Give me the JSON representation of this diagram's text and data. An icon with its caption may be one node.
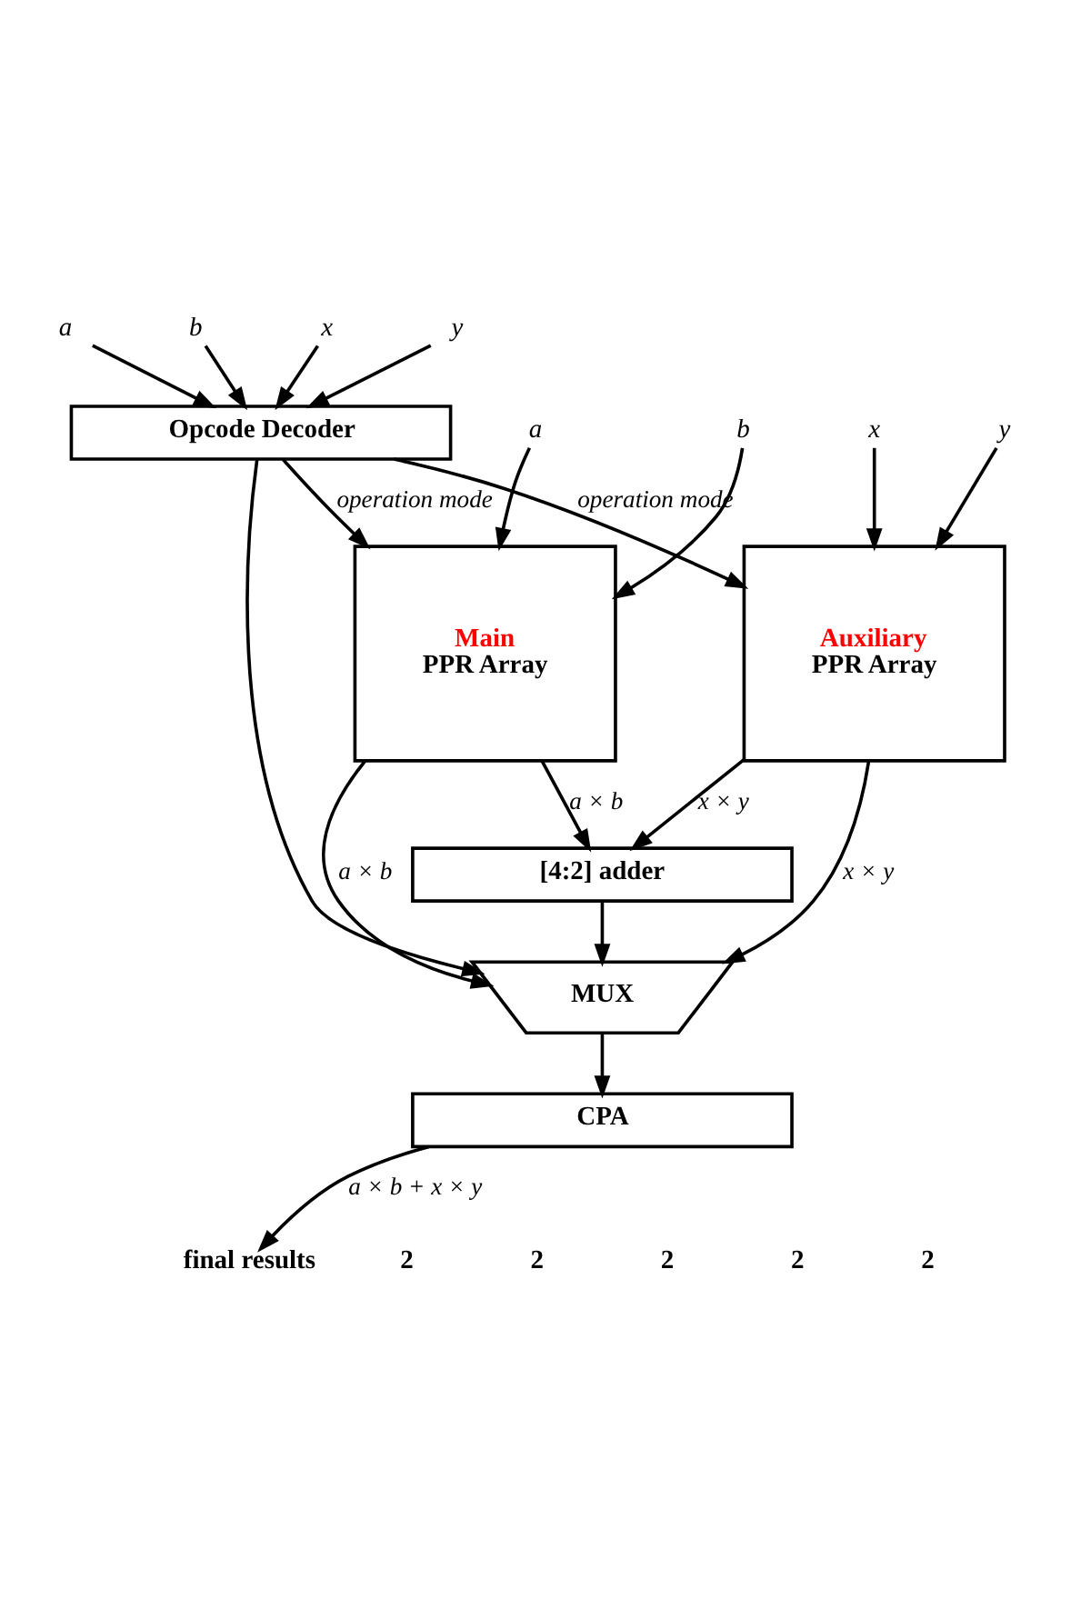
{
  "diagram": {
    "nodes": [
      {
        "text": [
          "a"
        ]
      },
      {
        "text": [
          "b"
        ]
      },
      {
        "text": [
          "x"
        ]
      },
      {
        "text": [
          "y"
        ]
      },
      {
        "text": [
          "Opcode Decoder"
        ]
      },
      {
        "text": [
          "x"
        ]
      },
      {
        "text": [
          "y"
        ]
      },
      {
        "text": [
          "a"
        ]
      },
      {
        "text": [
          "b"
        ]
      },
      {
        "text": [
          "Main",
          "PPR Array"
        ]
      },
      {
        "text": [
          "Auxiliary",
          "PPR Array"
        ]
      },
      {
        "text": [
          "[4:2] adder"
        ]
      },
      {
        "text": [
          "MUX"
        ]
      },
      {
        "text": [
          "CPA"
        ]
      },
      {
        "text": [
          "final results"
        ]
      }
    ],
    "edges": [
      {
        "from": 0,
        "to": 4,
        "arrow": "to"
      },
      {
        "from": 1,
        "to": 4,
        "arrow": "to"
      },
      {
        "from": 2,
        "to": 4,
        "arrow": "to"
      },
      {
        "from": 3,
        "to": 4,
        "arrow": "to"
      },
      {
        "from": 4,
        "to": 9,
        "arrow": "to",
        "label": "operation mode"
      },
      {
        "from": 4,
        "to": 10,
        "arrow": "to",
        "label": "operation mode"
      },
      {
        "from": 4,
        "to": 12,
        "arrow": "to"
      },
      {
        "from": 5,
        "to": 10,
        "arrow": "to"
      },
      {
        "from": 6,
        "to": 10,
        "arrow": "to"
      },
      {
        "from": 7,
        "to": 9,
        "arrow": "to"
      },
      {
        "from": 8,
        "to": 9,
        "arrow": "to"
      },
      {
        "from": 9,
        "to": 11,
        "arrow": "to",
        "label": "a × b"
      },
      {
        "from": 9,
        "to": 12,
        "arrow": "to",
        "label": "a × b"
      },
      {
        "from": 10,
        "to": 11,
        "arrow": "to",
        "label": "x × y"
      },
      {
        "from": 10,
        "to": 12,
        "arrow": "to",
        "label": "x × y"
      },
      {
        "from": 11,
        "to": 12,
        "arrow": "to"
      },
      {
        "from": 12,
        "to": 13,
        "arrow": "to"
      },
      {
        "from": 13,
        "to": 14,
        "arrow": "to",
        "label": "a × b + x × y"
      }
    ],
    "labels": [
      "2",
      "2",
      "2",
      "2",
      "2"
    ]
  }
}
